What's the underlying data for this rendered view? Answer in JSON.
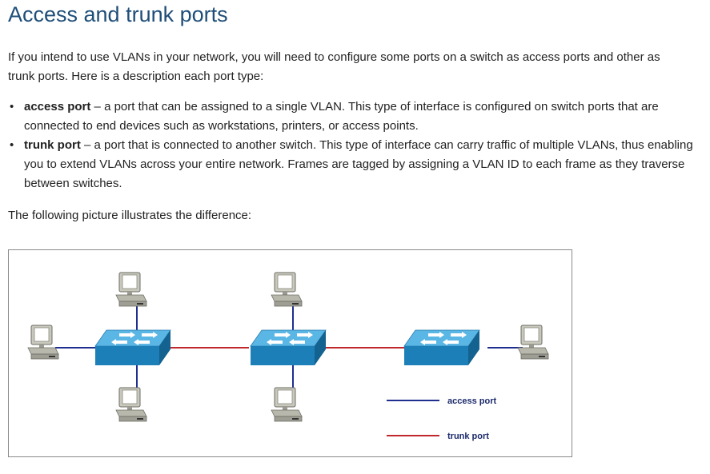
{
  "page": {
    "title": "Access and trunk ports",
    "intro": "If you intend to use VLANs in your network, you will need to configure some ports on a switch as access ports and other as trunk ports. Here is a description each port type:",
    "bullets": [
      {
        "term": "access port",
        "text": " – a port that can be assigned to a single VLAN. This type of interface is configured on switch ports that are connected to end devices such as workstations, printers, or access points."
      },
      {
        "term": "trunk port",
        "text": " – a port that is connected to another switch. This type of interface can carry traffic of multiple VLANs, thus enabling you to extend VLANs across your entire network. Frames are tagged by assigning a VLAN ID to each frame as they traverse between switches."
      }
    ],
    "following": "The following picture illustrates the difference:"
  },
  "figure": {
    "legend": {
      "access_label": "access port",
      "trunk_label": "trunk port"
    },
    "colors": {
      "access_line": "#1f2f8f",
      "trunk_line": "#c0282d",
      "switch_top": "#5ab6e4",
      "switch_side": "#1d7fb8",
      "computer": "#b5b5a8"
    }
  }
}
